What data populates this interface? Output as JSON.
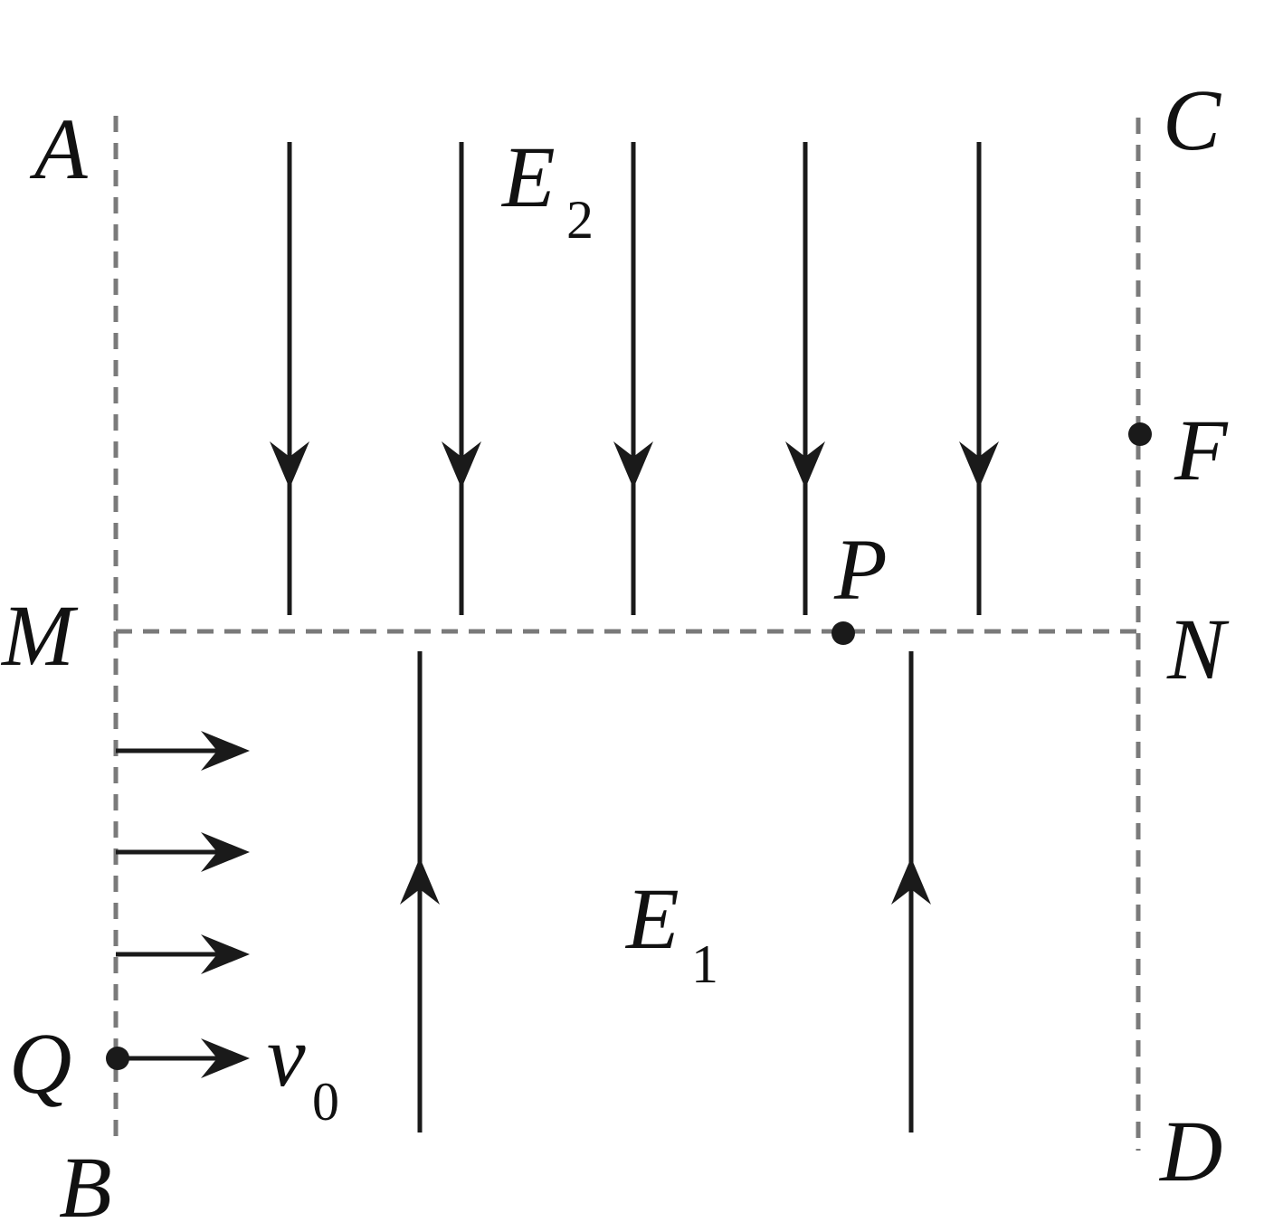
{
  "labels": {
    "A": "A",
    "B": "B",
    "C": "C",
    "D": "D",
    "M": "M",
    "N": "N",
    "P": "P",
    "Q": "Q",
    "F": "F",
    "E2": "E",
    "E2_sub": "2",
    "E1": "E",
    "E1_sub": "1",
    "v0": "v",
    "v0_sub": "0"
  },
  "colors": {
    "boundary": "#7a7a7a",
    "lines": "#1a1a1a"
  }
}
